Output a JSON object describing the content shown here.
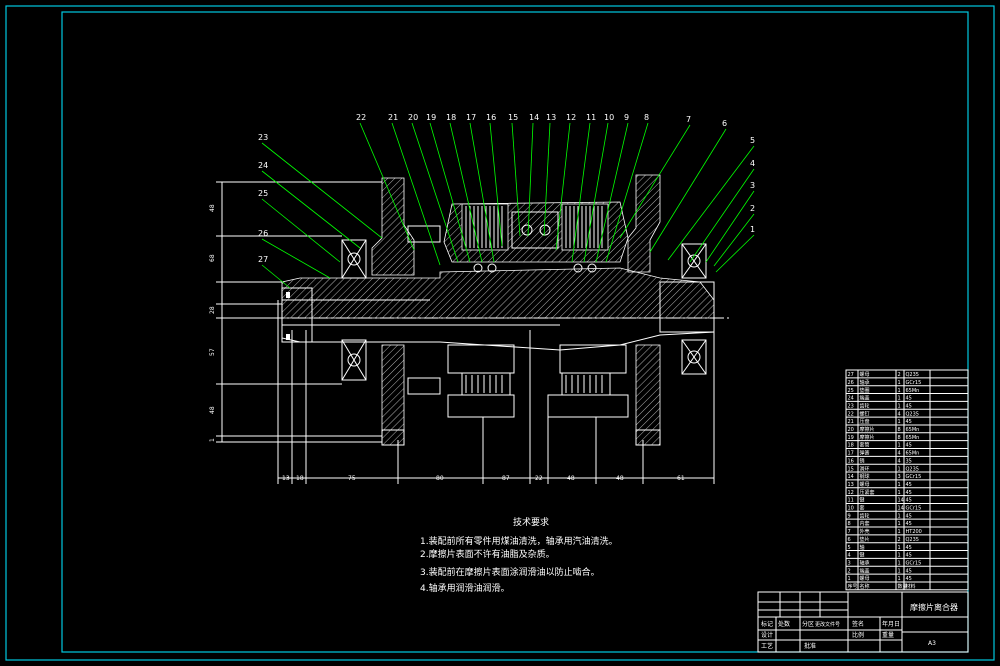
{
  "part_numbers": [
    "1",
    "2",
    "3",
    "4",
    "5",
    "6",
    "7",
    "8",
    "9",
    "10",
    "11",
    "12",
    "13",
    "14",
    "15",
    "16",
    "17",
    "18",
    "19",
    "20",
    "21",
    "22",
    "23",
    "24",
    "25",
    "26",
    "27"
  ],
  "bottom_dimensions": [
    "13",
    "18",
    "75",
    "80",
    "87",
    "22",
    "48",
    "48",
    "61"
  ],
  "left_dimensions": [
    "48",
    "68",
    "28",
    "57",
    "48",
    "1"
  ],
  "notes_title": "技术要求",
  "notes": [
    "1.装配前所有零件用煤油清洗，轴承用汽油清洗。",
    "2.摩擦片表面不许有油脂及杂质。",
    "3.装配前在摩擦片表面涂润滑油以防止啮合。",
    "4.轴承用润滑油润滑。"
  ],
  "title_block": {
    "drawing_name": "摩擦片离合器",
    "sheet": "A3",
    "row_labels": [
      "标记",
      "处数",
      "分区",
      "更改文件号",
      "签名",
      "年月日"
    ],
    "design": "设计",
    "process": "工艺",
    "approve": "批准",
    "scale_label": "比例",
    "weight_label": "重量"
  },
  "parts_list": [
    {
      "no": "27",
      "name": "螺母",
      "qty": "2",
      "material": "Q235"
    },
    {
      "no": "26",
      "name": "轴承",
      "qty": "1",
      "material": "GCr15"
    },
    {
      "no": "25",
      "name": "垫圈",
      "qty": "1",
      "material": "65Mn"
    },
    {
      "no": "24",
      "name": "端盖",
      "qty": "1",
      "material": "45"
    },
    {
      "no": "23",
      "name": "齿轮",
      "qty": "1",
      "material": "45"
    },
    {
      "no": "22",
      "name": "螺钉",
      "qty": "4",
      "material": "Q235"
    },
    {
      "no": "21",
      "name": "压盘",
      "qty": "1",
      "material": "45"
    },
    {
      "no": "20",
      "name": "摩擦片",
      "qty": "8",
      "material": "65Mn"
    },
    {
      "no": "19",
      "name": "摩擦片",
      "qty": "8",
      "material": "65Mn"
    },
    {
      "no": "18",
      "name": "套筒",
      "qty": "1",
      "material": "45"
    },
    {
      "no": "17",
      "name": "弹簧",
      "qty": "4",
      "material": "65Mn"
    },
    {
      "no": "16",
      "name": "销",
      "qty": "4",
      "material": "35"
    },
    {
      "no": "15",
      "name": "滑环",
      "qty": "1",
      "material": "Q235"
    },
    {
      "no": "14",
      "name": "钢球",
      "qty": "3",
      "material": "GCr15"
    },
    {
      "no": "13",
      "name": "螺母",
      "qty": "1",
      "material": "45"
    },
    {
      "no": "12",
      "name": "压紧套",
      "qty": "1",
      "material": "45"
    },
    {
      "no": "11",
      "name": "键",
      "qty": "14",
      "material": "45"
    },
    {
      "no": "10",
      "name": "套",
      "qty": "14",
      "material": "GCr15"
    },
    {
      "no": "9",
      "name": "齿轮",
      "qty": "1",
      "material": "45"
    },
    {
      "no": "8",
      "name": "内套",
      "qty": "1",
      "material": "45"
    },
    {
      "no": "7",
      "name": "外壳",
      "qty": "1",
      "material": "HT200"
    },
    {
      "no": "6",
      "name": "垫片",
      "qty": "2",
      "material": "Q235"
    },
    {
      "no": "5",
      "name": "轴",
      "qty": "1",
      "material": "45"
    },
    {
      "no": "4",
      "name": "键",
      "qty": "1",
      "material": "45"
    },
    {
      "no": "3",
      "name": "轴承",
      "qty": "1",
      "material": "GCr15"
    },
    {
      "no": "2",
      "name": "端盖",
      "qty": "1",
      "material": "45"
    },
    {
      "no": "1",
      "name": "螺母",
      "qty": "1",
      "material": "45"
    }
  ],
  "parts_header": {
    "no": "序号",
    "name": "名称",
    "qty": "数量",
    "material": "材料"
  },
  "colors": {
    "background": "#000000",
    "frame": "#00c8e0",
    "drawing": "#ffffff",
    "leaders": "#00ff00"
  }
}
